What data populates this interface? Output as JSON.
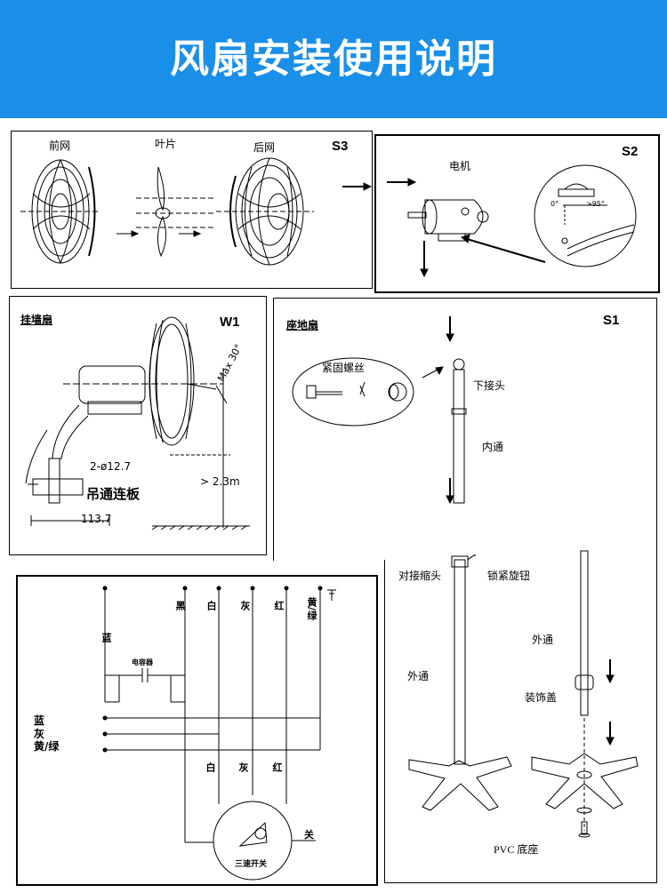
{
  "header": {
    "title": "风扇安装使用说明",
    "bg": "#1a8fe8"
  },
  "s3": {
    "tag": "S3",
    "front_grille": "前网",
    "blade": "叶片",
    "rear_grille": "后网"
  },
  "s2": {
    "tag": "S2",
    "motor": "电机",
    "angle_a": "0°",
    "angle_b": ">95°"
  },
  "w1": {
    "title": "挂墙扇",
    "tag": "W1",
    "tilt": "Max 30°",
    "holes": "2-ø12.7",
    "bracket": "吊通连板",
    "height": "> 2.3m",
    "width": "113.7"
  },
  "s1": {
    "title": "座地扇",
    "tag": "S1",
    "screws": "紧固螺丝",
    "lower_joint": "下接头",
    "inner_tube": "内通",
    "reducer": "对接缩头",
    "lock_knob": "锁紧旋钮",
    "outer_tube_right": "外通",
    "outer_tube_left": "外通",
    "cover": "装饰盖",
    "base": "PVC 底座"
  },
  "wiring": {
    "wire_black": "黑",
    "wire_white": "白",
    "wire_grey": "灰",
    "wire_red": "红",
    "wire_yg": "黄/绿",
    "wire_blue": "蓝",
    "capacitor": "电容器",
    "legend_blue": "蓝",
    "legend_grey": "灰",
    "legend_yg": "黄/绿",
    "lower_white": "白",
    "lower_grey": "灰",
    "lower_red": "红",
    "off": "关",
    "switch": "三速开关"
  }
}
